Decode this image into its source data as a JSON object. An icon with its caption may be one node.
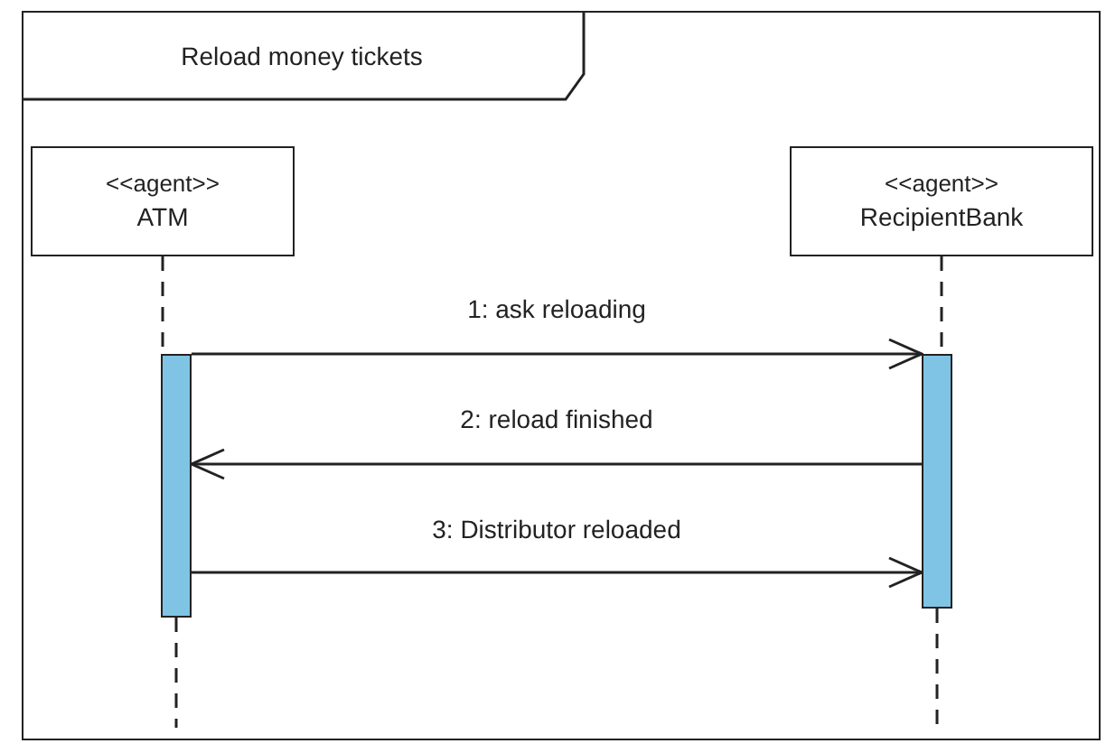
{
  "diagram": {
    "nodes": [
      {
        "text": [
          "Reload money tickets"
        ]
      },
      {
        "text": [
          "<<agent>>",
          "ATM"
        ],
        "in": 0
      },
      {
        "text": [
          "<<agent>>",
          "RecipientBank"
        ],
        "in": 0
      },
      {
        "text": [],
        "shape": "bar",
        "in": 0
      },
      {
        "text": [],
        "shape": "bar",
        "in": 0
      }
    ],
    "edges": [
      {
        "from": 3,
        "to": 4,
        "arrow": "to",
        "label": "1: ask reloading"
      },
      {
        "from": 4,
        "to": 3,
        "arrow": "to",
        "label": "2: reload finished"
      },
      {
        "from": 3,
        "to": 4,
        "arrow": "to",
        "label": "3: Distributor reloaded"
      },
      {
        "from": 1,
        "to": 3,
        "arrow": "none",
        "style": "dashed"
      },
      {
        "from": 2,
        "to": 4,
        "arrow": "none",
        "style": "dashed"
      },
      {
        "from": 3,
        "to": null,
        "arrow": "none",
        "style": "dashed"
      },
      {
        "from": 4,
        "to": null,
        "arrow": "none",
        "style": "dashed"
      }
    ]
  }
}
